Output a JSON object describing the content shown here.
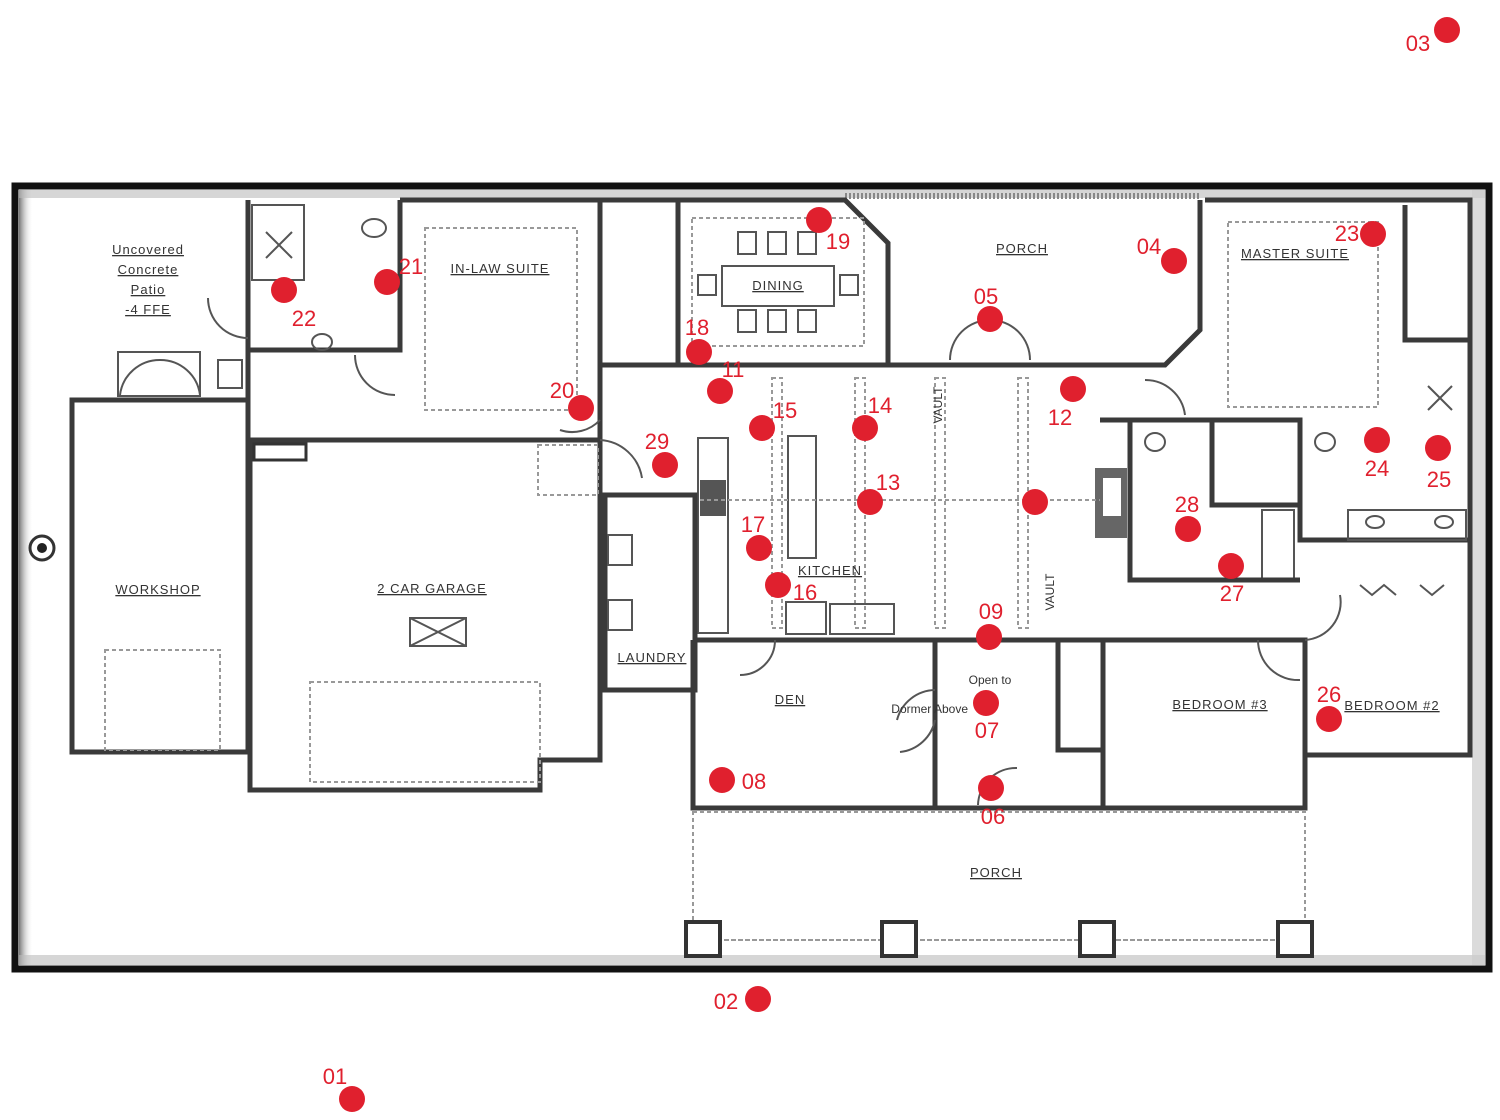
{
  "plan": {
    "rooms": {
      "patio": [
        "Uncovered",
        "Concrete",
        "Patio",
        "-4 FFE"
      ],
      "inlaw": "IN-LAW SUITE",
      "dining": "DINING",
      "porch_top": "PORCH",
      "master": "MASTER SUITE",
      "workshop": "WORKSHOP",
      "garage": "2 CAR GARAGE",
      "kitchen": "KITCHEN",
      "laundry": "LAUNDRY",
      "den": "DEN",
      "open": [
        "Open to",
        "Dormer Above"
      ],
      "bed3": "BEDROOM #3",
      "bed2": "BEDROOM #2",
      "porch_bottom": "PORCH",
      "vault1": "VAULT",
      "vault2": "VAULT"
    }
  },
  "markers": {
    "m01": "01",
    "m02": "02",
    "m03": "03",
    "m04": "04",
    "m05": "05",
    "m06": "06",
    "m07": "07",
    "m08": "08",
    "m09": "09",
    "m11": "11",
    "m12": "12",
    "m13": "13",
    "m14": "14",
    "m15": "15",
    "m16": "16",
    "m17": "17",
    "m18": "18",
    "m19": "19",
    "m20": "20",
    "m21": "21",
    "m22": "22",
    "m23": "23",
    "m24": "24",
    "m25": "25",
    "m26": "26",
    "m27": "27",
    "m28": "28",
    "m29": "29"
  },
  "colors": {
    "marker": "#e0202e",
    "frame": "#111111"
  }
}
